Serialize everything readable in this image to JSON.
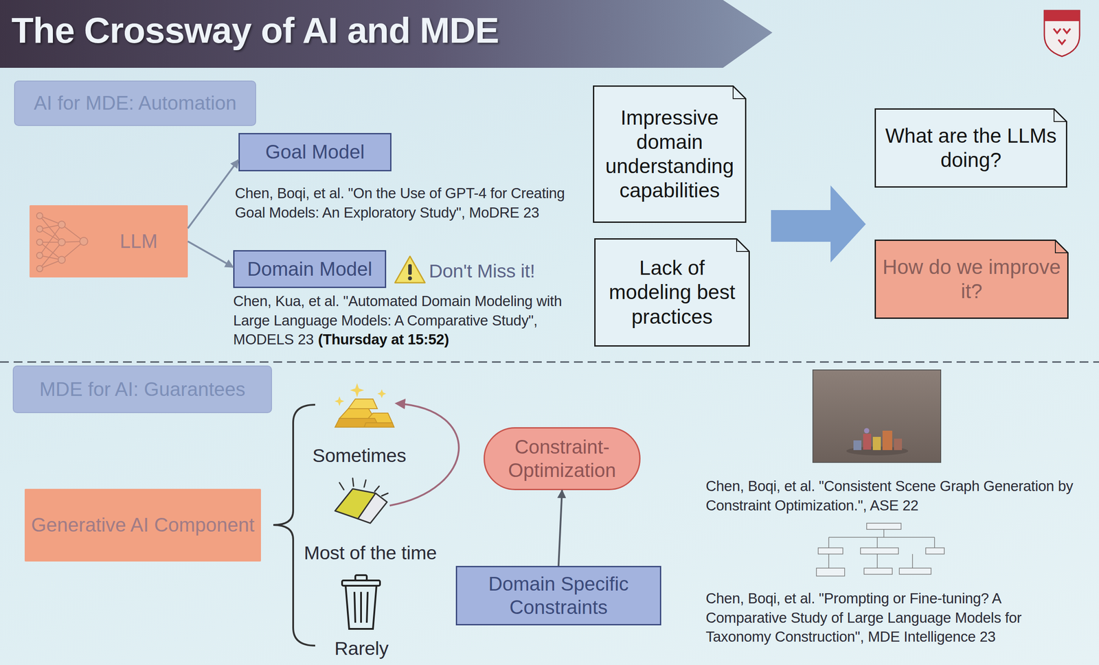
{
  "diagram": {
    "title": "The Crossway of AI and MDE",
    "nodes": [
      {
        "text": [
          "AI for MDE: Automation"
        ]
      },
      {
        "text": [
          "LLM"
        ]
      },
      {
        "text": [
          "Goal Model"
        ]
      },
      {
        "text": [
          "Domain Model"
        ]
      },
      {
        "text": [
          "Impressive domain understanding capabilities"
        ]
      },
      {
        "text": [
          "Lack of modeling best practices"
        ]
      },
      {
        "text": [
          "What are the LLMs doing?"
        ]
      },
      {
        "text": [
          "How do we improve it?"
        ]
      },
      {
        "text": [
          "MDE for AI: Guarantees"
        ]
      },
      {
        "text": [
          "Generative AI Component"
        ]
      },
      {
        "text": [
          "Constraint-Optimization"
        ]
      },
      {
        "text": [
          "Domain Specific Constraints"
        ]
      }
    ],
    "edges": [
      {
        "from": 1,
        "to": 2,
        "arrow": "to"
      },
      {
        "from": 1,
        "to": 3,
        "arrow": "to"
      },
      {
        "from": 11,
        "to": 10,
        "arrow": "to"
      }
    ],
    "labels": [
      "Chen, Boqi, et al. \"On the Use of GPT-4 for Creating Goal Models: An Exploratory Study\", MoDRE 23",
      "Don't Miss it!",
      "Chen, Kua, et al. \"Automated Domain Modeling with Large Language Models: A Comparative Study\", MODELS 23",
      "(Thursday at 15:52)",
      "Sometimes",
      "Most of the time",
      "Rarely",
      "Chen, Boqi, et al. \"Consistent Scene Graph Generation by Constraint Optimization.\", ASE 22",
      "Chen, Boqi, et al. \"Prompting or Fine-tuning? A Comparative Study of Large Language Models for Taxonomy Construction\", MDE Intelligence 23"
    ]
  }
}
